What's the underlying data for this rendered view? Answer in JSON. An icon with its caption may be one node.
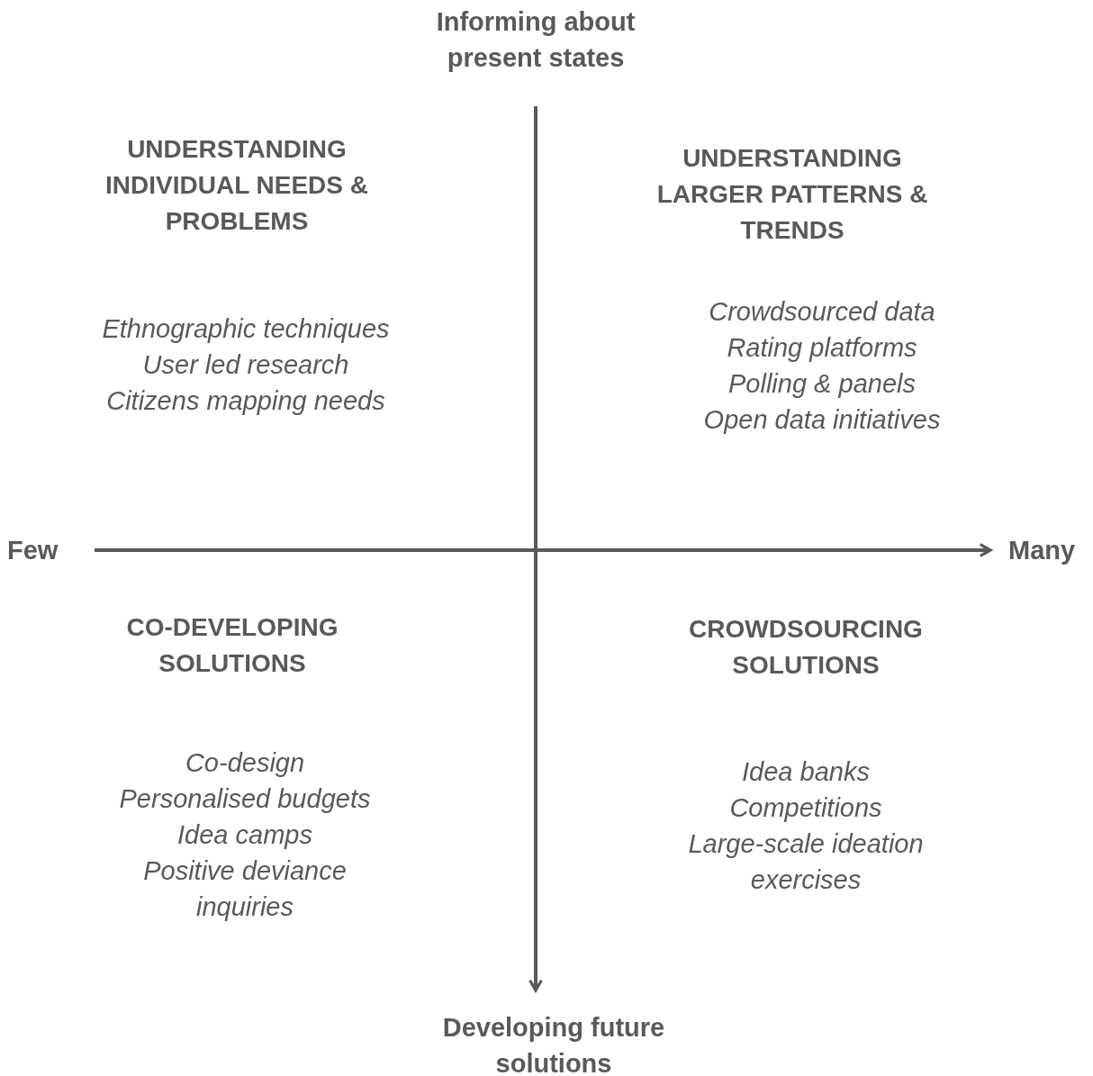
{
  "diagram": {
    "labels": [
      "Informing about present states",
      "UNDERSTANDING INDIVIDUAL NEEDS & PROBLEMS",
      "Ethnographic techniques",
      "User led research",
      "Citizens mapping needs",
      "UNDERSTANDING LARGER PATTERNS & TRENDS",
      "Crowdsourced data",
      "Rating platforms",
      "Polling & panels",
      "Open data initiatives",
      "Few",
      "Many",
      "CO-DEVELOPING SOLUTIONS",
      "Co-design",
      "Personalised budgets",
      "Idea camps",
      "Positive deviance inquiries",
      "CROWDSOURCING SOLUTIONS",
      "Idea banks",
      "Competitions",
      "Large-scale ideation exercises",
      "Developing future solutions"
    ]
  }
}
